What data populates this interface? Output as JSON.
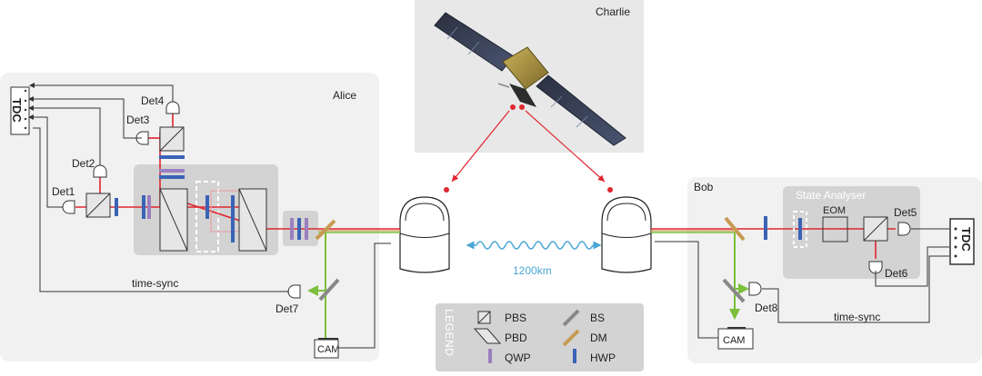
{
  "labels": {
    "charlie": "Charlie",
    "alice": "Alice",
    "bob": "Bob",
    "state_analyser": "State Analyser",
    "eom": "EOM",
    "distance": "1200km",
    "time_sync_alice": "time-sync",
    "time_sync_bob": "time-sync",
    "cam_alice": "CAM",
    "cam_bob": "CAM",
    "tdc_alice": "TDC",
    "tdc_bob": "TDC",
    "det1": "Det1",
    "det2": "Det2",
    "det3": "Det3",
    "det4": "Det4",
    "det5": "Det5",
    "det6": "Det6",
    "det7": "Det7",
    "det8": "Det8"
  },
  "legend": {
    "title": "LEGEND",
    "items": [
      {
        "key": "pbs",
        "label": "PBS"
      },
      {
        "key": "pbd",
        "label": "PBD"
      },
      {
        "key": "qwp",
        "label": "QWP"
      },
      {
        "key": "bs",
        "label": "BS"
      },
      {
        "key": "dm",
        "label": "DM"
      },
      {
        "key": "hwp",
        "label": "HWP"
      }
    ]
  },
  "colors": {
    "beam_red": "#e0262e",
    "beam_green": "#7bbf3a",
    "qwp": "#9a7fbf",
    "hwp": "#3a63b5",
    "dm": "#c79a52",
    "panel": "#f1f1f1",
    "box": "#d3d3d3",
    "satellite_panel": "#e8e8e8",
    "wave": "#4aa6d6"
  }
}
